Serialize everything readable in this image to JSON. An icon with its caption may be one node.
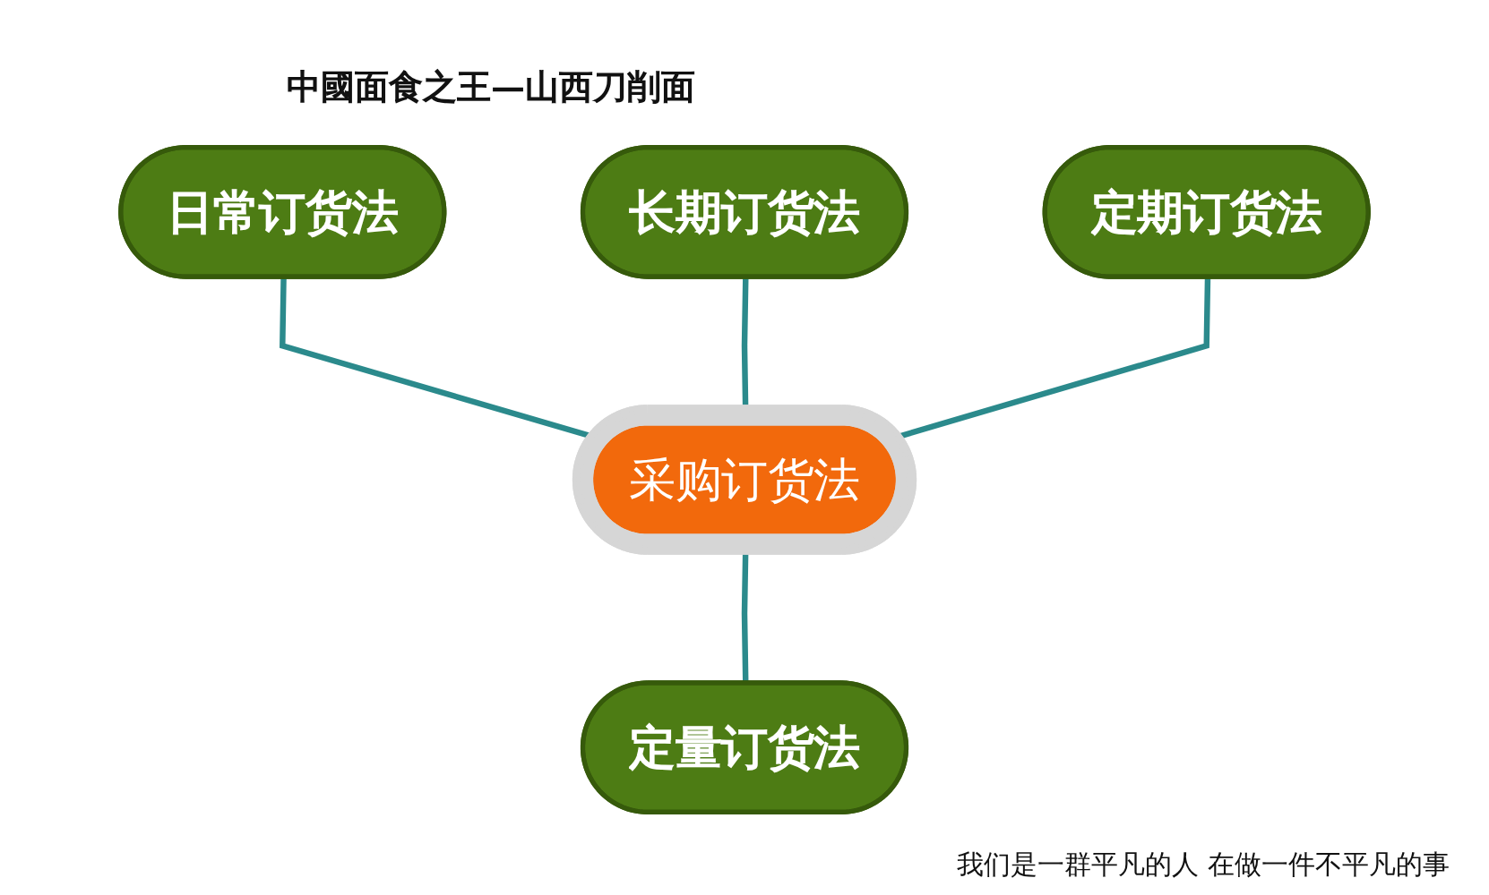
{
  "diagram": {
    "title": "中國面食之王—山西刀削面",
    "caption": "我们是一群平凡的人 在做一件不平凡的事",
    "nodes": [
      {
        "text": [
          "长期订货法"
        ]
      },
      {
        "text": [
          "日常订货法"
        ]
      },
      {
        "text": [
          "采购订货法"
        ]
      },
      {
        "text": [
          "定期订货法"
        ]
      },
      {
        "text": [
          "定量订货法"
        ]
      }
    ],
    "edges": [
      {
        "from": 1,
        "to": 2,
        "arrow": "none"
      },
      {
        "from": 0,
        "to": 2,
        "arrow": "none"
      },
      {
        "from": 3,
        "to": 2,
        "arrow": "none"
      },
      {
        "from": 2,
        "to": 4,
        "arrow": "none"
      }
    ]
  }
}
